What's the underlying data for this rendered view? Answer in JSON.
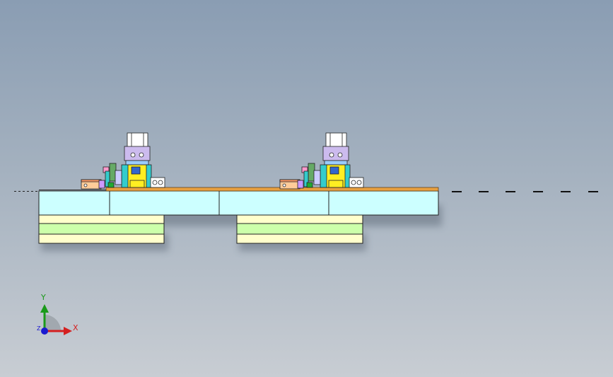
{
  "viewport": {
    "background_top": "#8a9db3",
    "background_bottom": "#c8cdd3"
  },
  "triad": {
    "x_label": "X",
    "y_label": "Y",
    "z_label": "Z",
    "x_color": "#d42020",
    "y_color": "#1a9a1a",
    "z_color": "#1a1ad0"
  },
  "model": {
    "base_plate_color": "#ccffff",
    "strip_color": "#e8a040",
    "support_colors": [
      "#ffffcc",
      "#ccffaa"
    ],
    "cylinder_color": "#ffffff",
    "guide_color": "#ffee22",
    "guide_side_color": "#33cccc",
    "small_parts": [
      "#ffcc99",
      "#cc99ff",
      "#66cc66",
      "#ff99cc"
    ]
  }
}
